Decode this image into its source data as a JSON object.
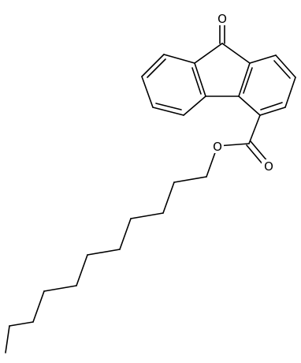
{
  "molecule": {
    "atoms": {
      "ketone_oxygen": "O",
      "ester_oxygen": "O",
      "carbonyl_oxygen": "O"
    }
  }
}
